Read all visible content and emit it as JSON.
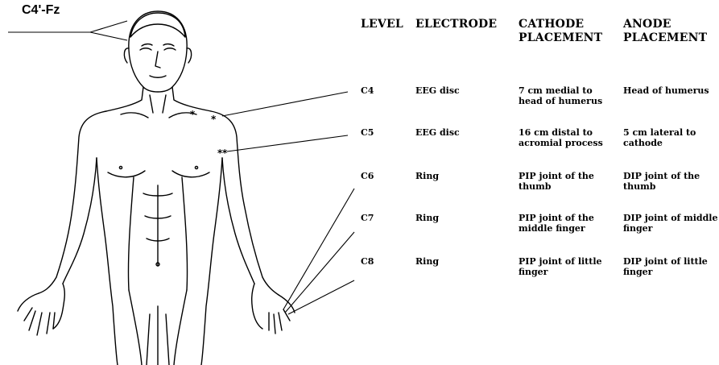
{
  "reference_label": "C4'-Fz",
  "table": {
    "headers": {
      "level": "LEVEL",
      "electrode": "ELECTRODE",
      "cathode": "CATHODE PLACEMENT",
      "anode": "ANODE PLACEMENT"
    },
    "rows": [
      {
        "level": "C4",
        "electrode": "EEG disc",
        "cathode": "7 cm medial to head of humerus",
        "anode": "Head of humerus"
      },
      {
        "level": "C5",
        "electrode": "EEG disc",
        "cathode": "16 cm distal to acromial process",
        "anode": "5 cm lateral to cathode"
      },
      {
        "level": "C6",
        "electrode": "Ring",
        "cathode": "PIP joint of the thumb",
        "anode": "DIP joint of the thumb"
      },
      {
        "level": "C7",
        "electrode": "Ring",
        "cathode": "PIP joint of the middle finger",
        "anode": "DIP joint of middle finger"
      },
      {
        "level": "C8",
        "electrode": "Ring",
        "cathode": "PIP joint of little finger",
        "anode": "DIP joint of little finger"
      }
    ]
  }
}
